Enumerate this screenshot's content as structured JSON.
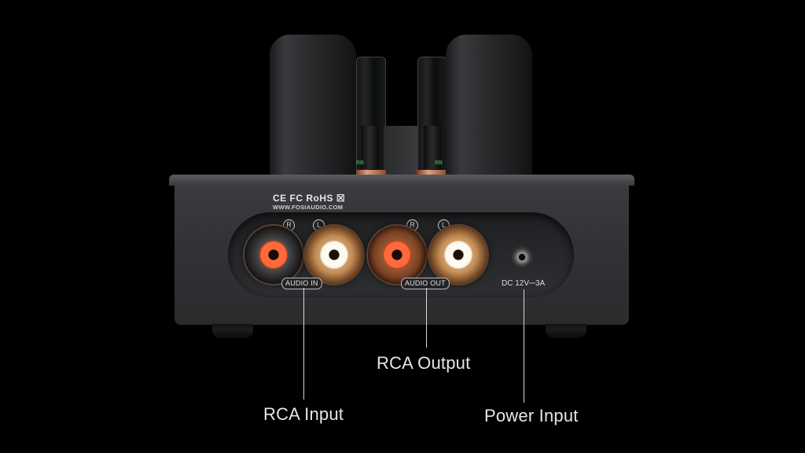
{
  "device": {
    "certifications": "CE FC RoHS ☒",
    "website": "WWW.FOSIAUDIO.COM",
    "audio_in_label": "AUDIO IN",
    "audio_out_label": "AUDIO OUT",
    "channel_right": "R",
    "channel_left": "L",
    "dc_label": "DC 12V⎓3A",
    "tube_marks": [
      "RB",
      "RB"
    ]
  },
  "callouts": {
    "rca_input": "RCA Input",
    "rca_output": "RCA Output",
    "power_input": "Power Input"
  },
  "colors": {
    "background": "#000000",
    "chassis": "#333437",
    "jack_red": "#ff6a3a",
    "jack_white": "#fffaf0",
    "gold": "#c48c55",
    "callout_text": "#e6e6e6"
  }
}
